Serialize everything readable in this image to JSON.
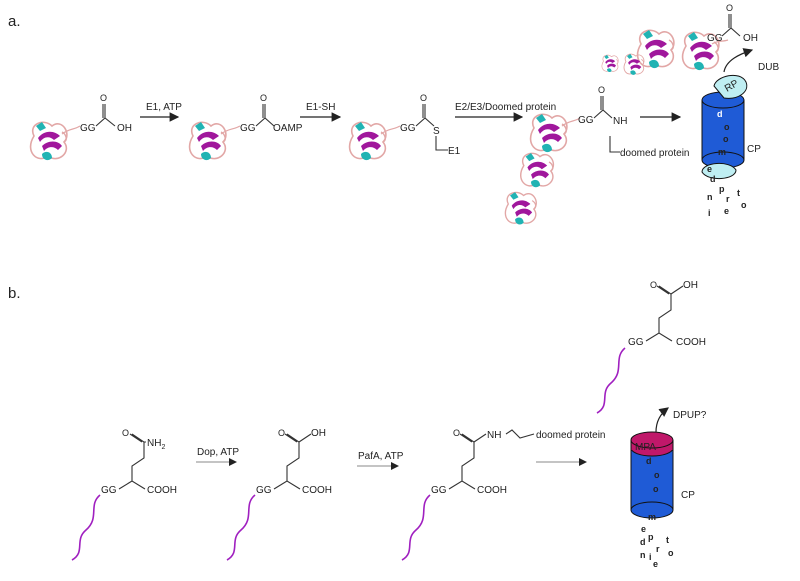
{
  "panel_a": {
    "label": "a.",
    "labels": {
      "gg": "GG",
      "oh": "OH",
      "o": "O",
      "oamp": "OAMP",
      "s": "S",
      "e1": "E1",
      "nh": "NH",
      "doomed_protein": "doomed protein",
      "dub": "DUB",
      "cp": "CP",
      "rp": "RP"
    },
    "arrows": {
      "step1": "E1, ATP",
      "step2": "E1-SH",
      "step3": "E2/E3/Doomed protein"
    },
    "scatter_letters": [
      "d",
      "o",
      "o",
      "m",
      "e",
      "d",
      "p",
      "r",
      "o",
      "t",
      "e",
      "i",
      "n"
    ]
  },
  "panel_b": {
    "label": "b.",
    "labels": {
      "nh2": "NH",
      "sub2": "2",
      "oh": "OH",
      "o": "O",
      "gg": "GG",
      "cooh": "COOH",
      "nh": "NH",
      "doomed_protein": "doomed protein",
      "dpup": "DPUP?",
      "cp": "CP",
      "mpa": "MPA"
    },
    "arrows": {
      "step1": "Dop, ATP",
      "step2": "PafA, ATP"
    },
    "scatter_letters": [
      "d",
      "o",
      "o",
      "m",
      "e",
      "d",
      "p",
      "r",
      "o",
      "t",
      "e",
      "i",
      "n"
    ]
  },
  "colors": {
    "ubiquitin_magenta": "#a0179c",
    "ubiquitin_teal": "#21b3b3",
    "ubiquitin_pink": "#e2a7a6",
    "proteasome_blue": "#1f5bd6",
    "rp_cap": "#bfeef2",
    "mpa_cap": "#c0186a",
    "pup_tail": "#a020c0"
  }
}
